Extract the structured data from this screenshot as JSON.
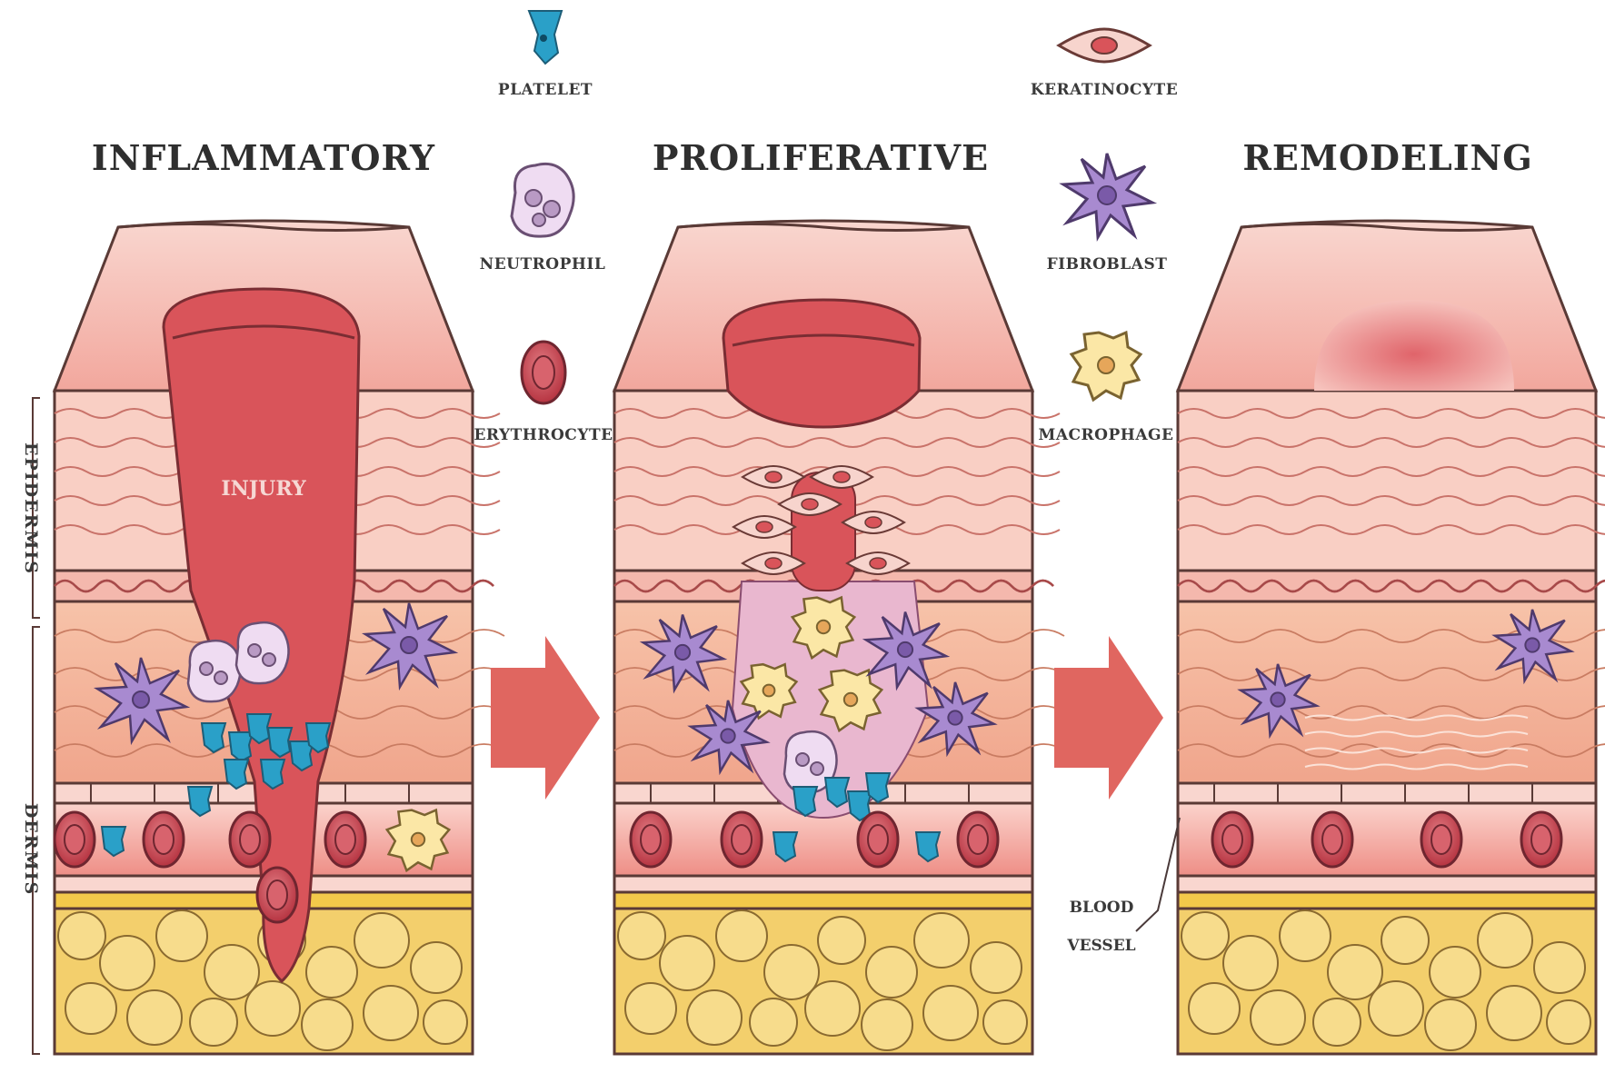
{
  "stages": [
    {
      "id": "inflammatory",
      "title": "INFLAMMATORY"
    },
    {
      "id": "proliferative",
      "title": "PROLIFERATIVE"
    },
    {
      "id": "remodeling",
      "title": "REMODELING"
    }
  ],
  "legend": {
    "platelet": "PLATELET",
    "neutrophil": "NEUTROPHIL",
    "erythrocyte": "ERYTHROCYTE",
    "keratinocyte": "KERATINOCYTE",
    "fibroblast": "FIBROBLAST",
    "macrophage": "MACROPHAGE"
  },
  "labels": {
    "injury": "INJURY",
    "epidermis": "EPIDERMIS",
    "dermis": "DERMIS",
    "blood_vessel_line1": "BLOOD",
    "blood_vessel_line2": "VESSEL"
  },
  "colors": {
    "skin_top": "#f4b6ad",
    "skin_mid": "#f6c7bd",
    "dermis": "#f3b39a",
    "wound": "#d9545a",
    "fat": "#f7dc8c",
    "fat_base": "#f3c94a",
    "erythrocyte": "#c9424e",
    "platelet": "#2aa0c8",
    "fibroblast": "#a88ad0",
    "macrophage": "#fbe7a6",
    "neutrophil": "#efdcf2",
    "arrow": "#e06660"
  }
}
